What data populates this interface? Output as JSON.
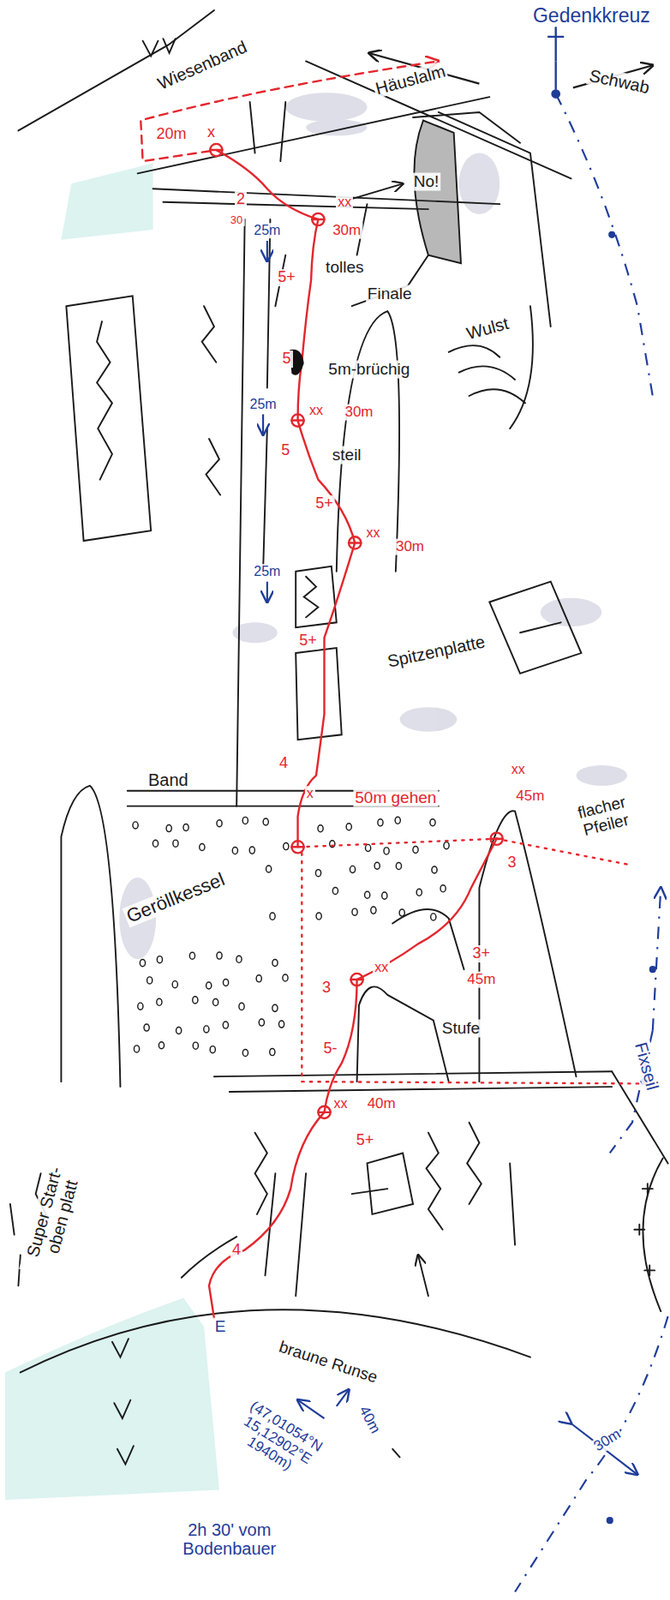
{
  "diagram": {
    "labels": [
      "Gedenkkreuz",
      "Häuslalm",
      "Schwab",
      "Wiesenband",
      "20m",
      "x",
      "2",
      "30",
      "xx",
      "No!",
      "25m",
      "30m",
      "5+",
      "tolles",
      "Finale",
      "5",
      "5m-brüchig",
      "Wulst",
      "xx",
      "30m",
      "25m",
      "5",
      "steil",
      "5+",
      "xx",
      "30m",
      "25m",
      "5+",
      "Spitzenplatte",
      "4",
      "Band",
      "x",
      "50m gehen",
      "xx",
      "45m",
      "flacher Pfeiler",
      "3",
      "Geröllkessel",
      "xx",
      "3+",
      "45m",
      "3",
      "Stufe",
      "5-",
      "xx",
      "40m",
      "5+",
      "Fixseil",
      "Super Start- oben platt",
      "4",
      "E",
      "braune Runse",
      "30m",
      "(47,01054°N 15,12902°E 1940m)",
      "40m",
      "2h 30' vom Bodenbauer"
    ]
  }
}
